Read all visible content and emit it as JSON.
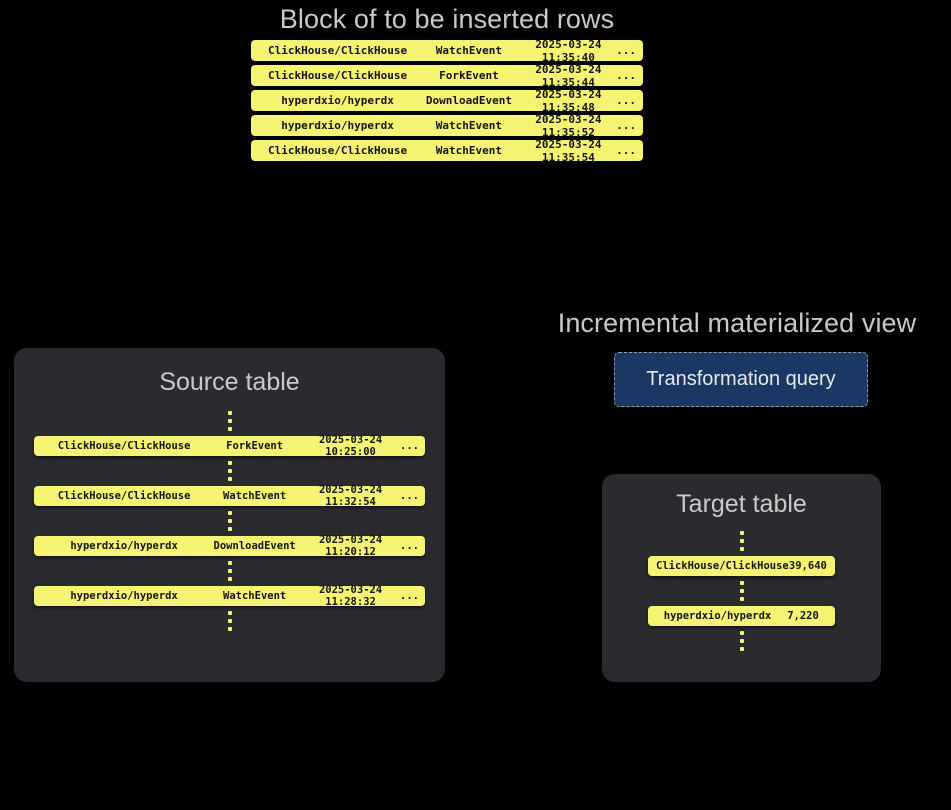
{
  "block": {
    "title": "Block of to be inserted rows",
    "rows": [
      {
        "repo": "ClickHouse/ClickHouse",
        "event": "WatchEvent",
        "time": "2025-03-24 11:35:40",
        "more": "..."
      },
      {
        "repo": "ClickHouse/ClickHouse",
        "event": "ForkEvent",
        "time": "2025-03-24 11:35:44",
        "more": "..."
      },
      {
        "repo": "hyperdxio/hyperdx",
        "event": "DownloadEvent",
        "time": "2025-03-24 11:35:48",
        "more": "..."
      },
      {
        "repo": "hyperdxio/hyperdx",
        "event": "WatchEvent",
        "time": "2025-03-24 11:35:52",
        "more": "..."
      },
      {
        "repo": "ClickHouse/ClickHouse",
        "event": "WatchEvent",
        "time": "2025-03-24 11:35:54",
        "more": "..."
      }
    ]
  },
  "source_table": {
    "title": "Source table",
    "rows": [
      {
        "repo": "ClickHouse/ClickHouse",
        "event": "ForkEvent",
        "time": "2025-03-24 10:25:00",
        "more": "..."
      },
      {
        "repo": "ClickHouse/ClickHouse",
        "event": "WatchEvent",
        "time": "2025-03-24 11:32:54",
        "more": "..."
      },
      {
        "repo": "hyperdxio/hyperdx",
        "event": "DownloadEvent",
        "time": "2025-03-24 11:20:12",
        "more": "..."
      },
      {
        "repo": "hyperdxio/hyperdx",
        "event": "WatchEvent",
        "time": "2025-03-24 11:28:32",
        "more": "..."
      }
    ]
  },
  "materialized_view": {
    "heading": "Incremental materialized view",
    "query_label": "Transformation query"
  },
  "target_table": {
    "title": "Target table",
    "rows": [
      {
        "repo": "ClickHouse/ClickHouse",
        "count": "39,640"
      },
      {
        "repo": "hyperdxio/hyperdx",
        "count": "7,220"
      }
    ]
  },
  "colors": {
    "background": "#000000",
    "panel": "#2b2b2f",
    "row_yellow": "#f4f472",
    "query_blue": "#1b3864",
    "heading_text": "#c9c9c9"
  }
}
